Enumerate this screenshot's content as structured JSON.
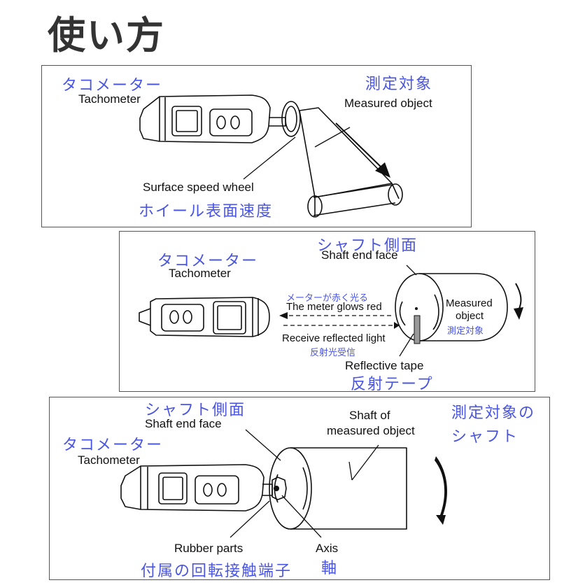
{
  "page_title": "使い方",
  "panel1": {
    "tachometer_jp": "タコメーター",
    "tachometer_en": "Tachometer",
    "object_jp": "測定対象",
    "object_en": "Measured object",
    "wheel_en": "Surface speed wheel",
    "wheel_jp": "ホイール表面速度"
  },
  "panel2": {
    "tachometer_jp": "タコメーター",
    "tachometer_en": "Tachometer",
    "shaft_face_jp": "シャフト側面",
    "shaft_face_en": "Shaft end face",
    "glow_jp": "メーターが赤く光る",
    "glow_en": "The meter glows red",
    "receive_en": "Receive reflected light",
    "receive_jp": "反射光受信",
    "object_en_line1": "Measured",
    "object_en_line2": "object",
    "object_jp": "測定対象",
    "tape_en": "Reflective tape",
    "tape_jp": "反射テープ"
  },
  "panel3": {
    "shaft_face_jp": "シャフト側面",
    "shaft_face_en": "Shaft end face",
    "tachometer_jp": "タコメーター",
    "tachometer_en": "Tachometer",
    "shaft_en_line1": "Shaft of",
    "shaft_en_line2": "measured object",
    "shaft_jp_line1": "測定対象の",
    "shaft_jp_line2": "シャフト",
    "rubber_en": "Rubber parts",
    "rubber_jp": "付属の回転接触端子",
    "axis_en": "Axis",
    "axis_jp": "軸"
  }
}
